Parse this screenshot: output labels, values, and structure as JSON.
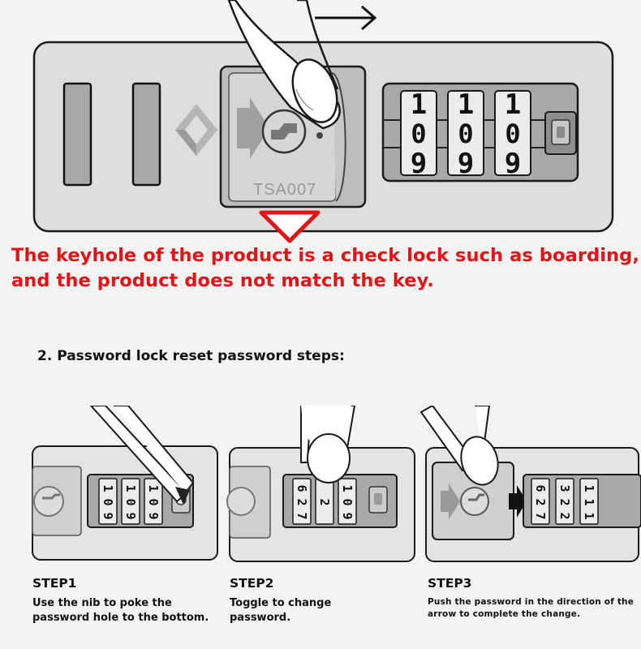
{
  "top_lock": {
    "tsa_label": "TSA007",
    "dials": [
      [
        "1",
        "0",
        "9"
      ],
      [
        "1",
        "0",
        "9"
      ],
      [
        "1",
        "0",
        "9"
      ]
    ]
  },
  "warning": {
    "line1": "The keyhole of the product is a check lock such as boarding,",
    "line2": "and the product does not match the key."
  },
  "section_heading": "2. Password lock reset password steps:",
  "steps": [
    {
      "title": "STEP1",
      "desc_line1": "Use the nib to poke the",
      "desc_line2": "password hole to the bottom."
    },
    {
      "title": "STEP2",
      "desc_line1": "Toggle to change",
      "desc_line2": "password."
    },
    {
      "title": "STEP3",
      "desc_line1": "Push the password in the direction of the",
      "desc_line2": "arrow to complete the change."
    }
  ],
  "colors": {
    "warning_red": "#e01515",
    "outline": "#222222",
    "panel_gray": "#dcdcdc"
  }
}
